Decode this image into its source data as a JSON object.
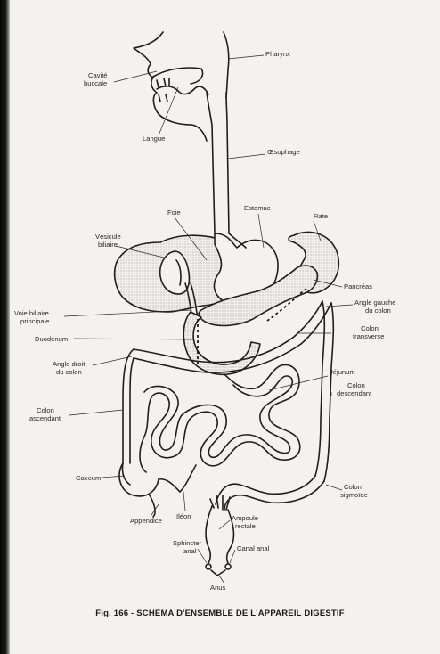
{
  "labels": {
    "pharynx": "Pharynx",
    "cavite_l1": "Cavité",
    "cavite_l2": "buccale",
    "langue": "Langue",
    "oesophage": "Œsophage",
    "estomac": "Estomac",
    "foie": "Foie",
    "rate": "Rate",
    "vesicule_l1": "Vésicule",
    "vesicule_l2": "biliaire",
    "pancreas": "Pancréas",
    "voie_l1": "Voie biliaire",
    "voie_l2": "principale",
    "angle_gauche_l1": "Angle gauche",
    "angle_gauche_l2": "du colon",
    "duodenum": "Duodénum",
    "colon_transverse_l1": "Colon",
    "colon_transverse_l2": "transverse",
    "angle_droit_l1": "Angle droit",
    "angle_droit_l2": "du colon",
    "jejunum": "Jéjunum",
    "colon_descendant_l1": "Colon",
    "colon_descendant_l2": "descendant",
    "colon_ascendant_l1": "Colon",
    "colon_ascendant_l2": "ascendant",
    "caecum": "Caecum",
    "colon_sigmoide_l1": "Colon",
    "colon_sigmoide_l2": "sigmoïde",
    "appendice": "Appendice",
    "ileon": "Iléon",
    "ampoule_l1": "Ampoule",
    "ampoule_l2": "rectale",
    "sphincter_l1": "Sphincter",
    "sphincter_l2": "anal",
    "canal_anal": "Canal anal",
    "anus": "Anus"
  },
  "caption": "Fig. 166 - SCHÉMA D'ENSEMBLE DE L'APPAREIL DIGESTIF"
}
